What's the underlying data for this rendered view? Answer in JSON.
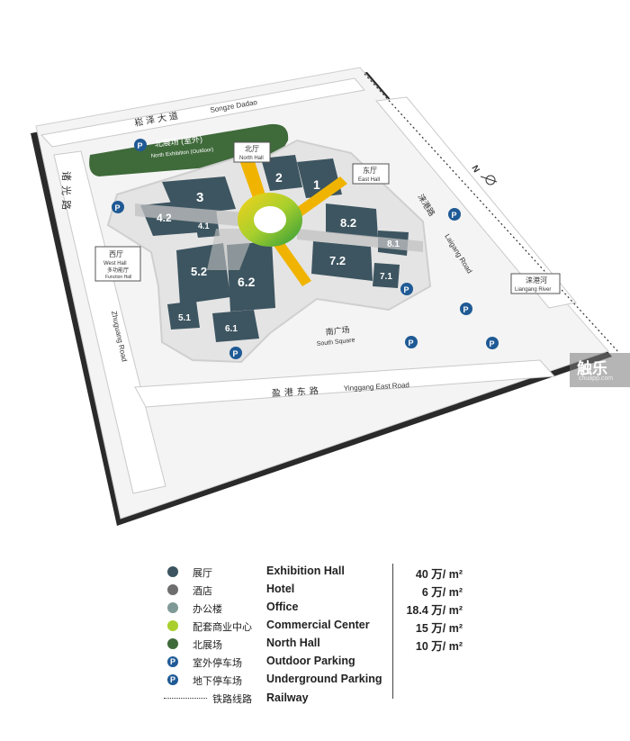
{
  "map": {
    "roads": {
      "north_cn": "崧泽大道",
      "north_en": "Songze Dadao",
      "west_cn": "诸光路",
      "west_en": "Zhuguang Road",
      "south_cn": "盈港东路",
      "south_en": "Yinggang East Road",
      "east_cn": "涞港路",
      "east_en": "Laigang Road",
      "river_cn": "涞港河",
      "river_en": "Liangang River"
    },
    "labels": {
      "north_exhibition_cn": "北展场 (室外)",
      "north_exhibition_en": "North Exhibition (Outdoor)",
      "north_hall_cn": "北厅",
      "north_hall_en": "North Hall",
      "east_hall_cn": "东厅",
      "east_hall_en": "East Hall",
      "west_hall_cn": "西厅",
      "west_hall_en": "West Hall",
      "function_hall_cn": "多功能厅",
      "function_hall_en": "Function Hall",
      "south_square_cn": "南广场",
      "south_square_en": "South Square",
      "compass": "N",
      "parking_symbol": "P"
    },
    "halls": [
      "1",
      "2",
      "3",
      "4.2",
      "4.1",
      "5.2",
      "5.1",
      "6.2",
      "6.1",
      "7.2",
      "7.1",
      "8.2",
      "8.1"
    ],
    "colors": {
      "hall": "#3d5560",
      "ground": "#f1f1f1",
      "north_hall_green": "#3f6a3a",
      "commercial": "#a8cf2d",
      "parking": "#1f5a95",
      "office": "#7f9a96",
      "hotel": "#6e6e6e"
    }
  },
  "legend": {
    "items": [
      {
        "cn": "展厅",
        "en": "Exhibition Hall",
        "area": "40 万/ m²",
        "color": "#3d5560",
        "icon": "hall-dot"
      },
      {
        "cn": "酒店",
        "en": "Hotel",
        "area": "6 万/ m²",
        "color": "#6e6e6e",
        "icon": "hotel-dot"
      },
      {
        "cn": "办公楼",
        "en": "Office",
        "area": "18.4 万/ m²",
        "color": "#7f9a96",
        "icon": "office-dot"
      },
      {
        "cn": "配套商业中心",
        "en": "Commercial Center",
        "area": "15 万/ m²",
        "color": "#a8cf2d",
        "icon": "commercial-dot"
      },
      {
        "cn": "北展场",
        "en": "North Hall",
        "area": "10 万/ m²",
        "color": "#3f6a3a",
        "icon": "north-hall-dot"
      },
      {
        "cn": "室外停车场",
        "en": "Outdoor Parking",
        "area": "",
        "color": "#1f5a95",
        "icon": "outdoor-parking-icon"
      },
      {
        "cn": "地下停车场",
        "en": "Underground Parking",
        "area": "",
        "color": "#1f5a95",
        "icon": "underground-parking-icon"
      },
      {
        "cn": "铁路线路",
        "en": "Railway",
        "area": "",
        "color": "#333333",
        "icon": "railway-line-icon"
      }
    ]
  },
  "watermark": {
    "title": "触乐",
    "sub": "chuapp.com"
  }
}
